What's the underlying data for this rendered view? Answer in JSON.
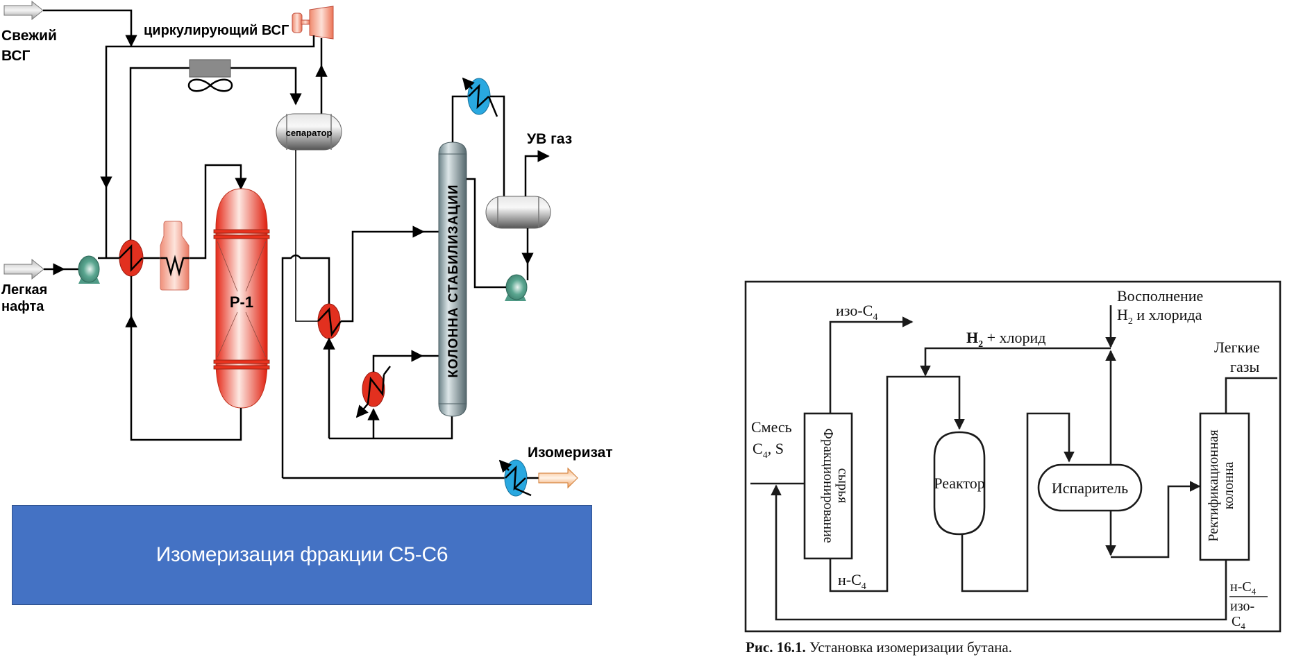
{
  "left_diagram": {
    "title": "Изомеризация фракции С5-С6",
    "labels": {
      "fresh_hydrogen_line1": "Свежий",
      "fresh_hydrogen_line2": "ВСГ",
      "circulating_hydrogen": "циркулирующий ВСГ",
      "feed_line1": "Легкая",
      "feed_line2": "нафта",
      "reactor": "Р-1",
      "separator": "сепаратор",
      "stabilizer_column": "КОЛОННА СТАБИЛИЗАЦИИ",
      "hydrocarbon_gas": "УВ газ",
      "product": "Изомеризат"
    },
    "colors": {
      "banner": "#4472c4",
      "reactor": "#e8321e",
      "heat_exchanger_hot": "#e2301f",
      "cooler": "#29a8e0",
      "pump": "#4f9a86",
      "vessel": "#a7a9ab",
      "column": "#8fa3a8"
    }
  },
  "right_diagram": {
    "caption_bold": "Рис. 16.1.",
    "caption_text": " Установка изомеризации бутана.",
    "labels": {
      "iso_c4_out": "изо-C",
      "iso_c4_out_sub": "4",
      "h2_chloride_prefix": "H",
      "h2_chloride_sub": "2",
      "h2_chloride_suffix": " + хлорид",
      "makeup_line1": "Восполнение",
      "makeup_line2_prefix": "H",
      "makeup_line2_sub": "2",
      "makeup_line2_suffix": " и хлорида",
      "light_gases_line1": "Легкие",
      "light_gases_line2": "газы",
      "feed_line1": "Смесь",
      "feed_line2_prefix": "C",
      "feed_line2_sub": "4",
      "feed_line2_suffix": ",  S",
      "feed_fractionation_line1": "Фракционирование",
      "feed_fractionation_line2": "сырья",
      "reactor": "Реактор",
      "evaporator": "Испаритель",
      "rect_column_line1": "Ректификационная",
      "rect_column_line2": "колонна",
      "n_c4": "н-C",
      "n_c4_sub": "4",
      "recycle_top": "н-C",
      "recycle_top_sub": "4",
      "recycle_mid": "изо-",
      "recycle_bottom": "C",
      "recycle_bottom_sub": "4"
    }
  }
}
